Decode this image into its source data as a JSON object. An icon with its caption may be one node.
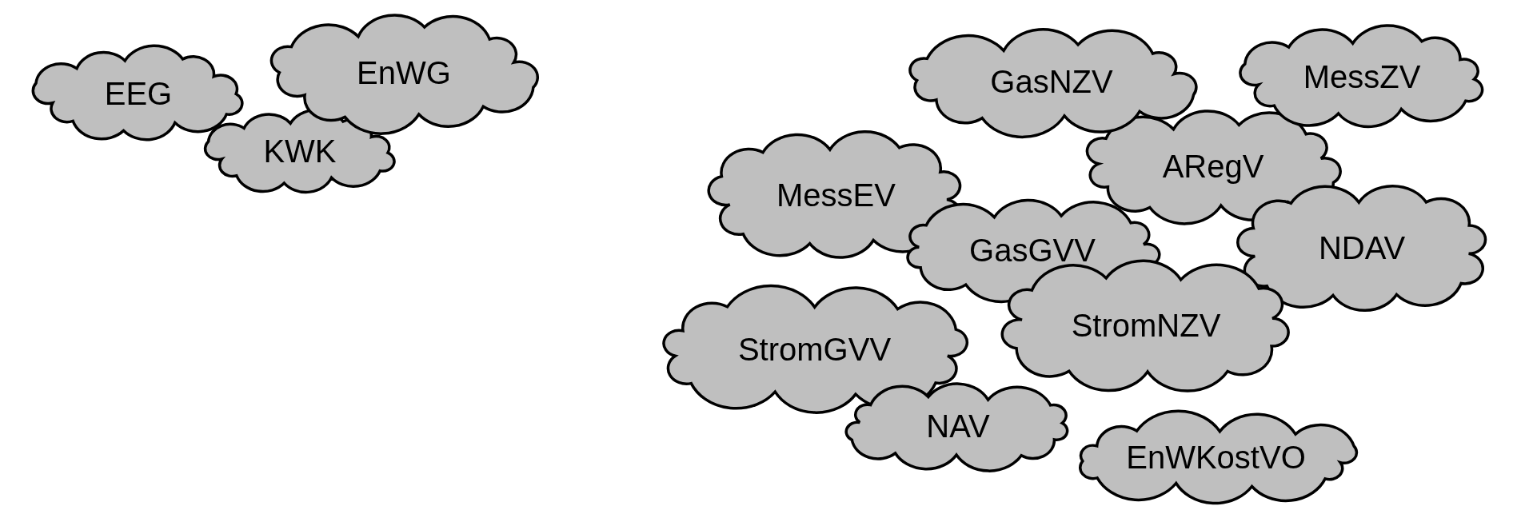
{
  "diagram": {
    "nodes": [
      {
        "text": [
          "EEG"
        ]
      },
      {
        "text": [
          "EnWG"
        ]
      },
      {
        "text": [
          "KWK"
        ]
      },
      {
        "text": [
          "GasNZV"
        ]
      },
      {
        "text": [
          "MessZV"
        ]
      },
      {
        "text": [
          "ARegV"
        ]
      },
      {
        "text": [
          "MessEV"
        ]
      },
      {
        "text": [
          "GasGVV"
        ]
      },
      {
        "text": [
          "NDAV"
        ]
      },
      {
        "text": [
          "StromNZV"
        ]
      },
      {
        "text": [
          "StromGVV"
        ]
      },
      {
        "text": [
          "NAV"
        ]
      },
      {
        "text": [
          "EnWKostVO"
        ]
      }
    ]
  }
}
